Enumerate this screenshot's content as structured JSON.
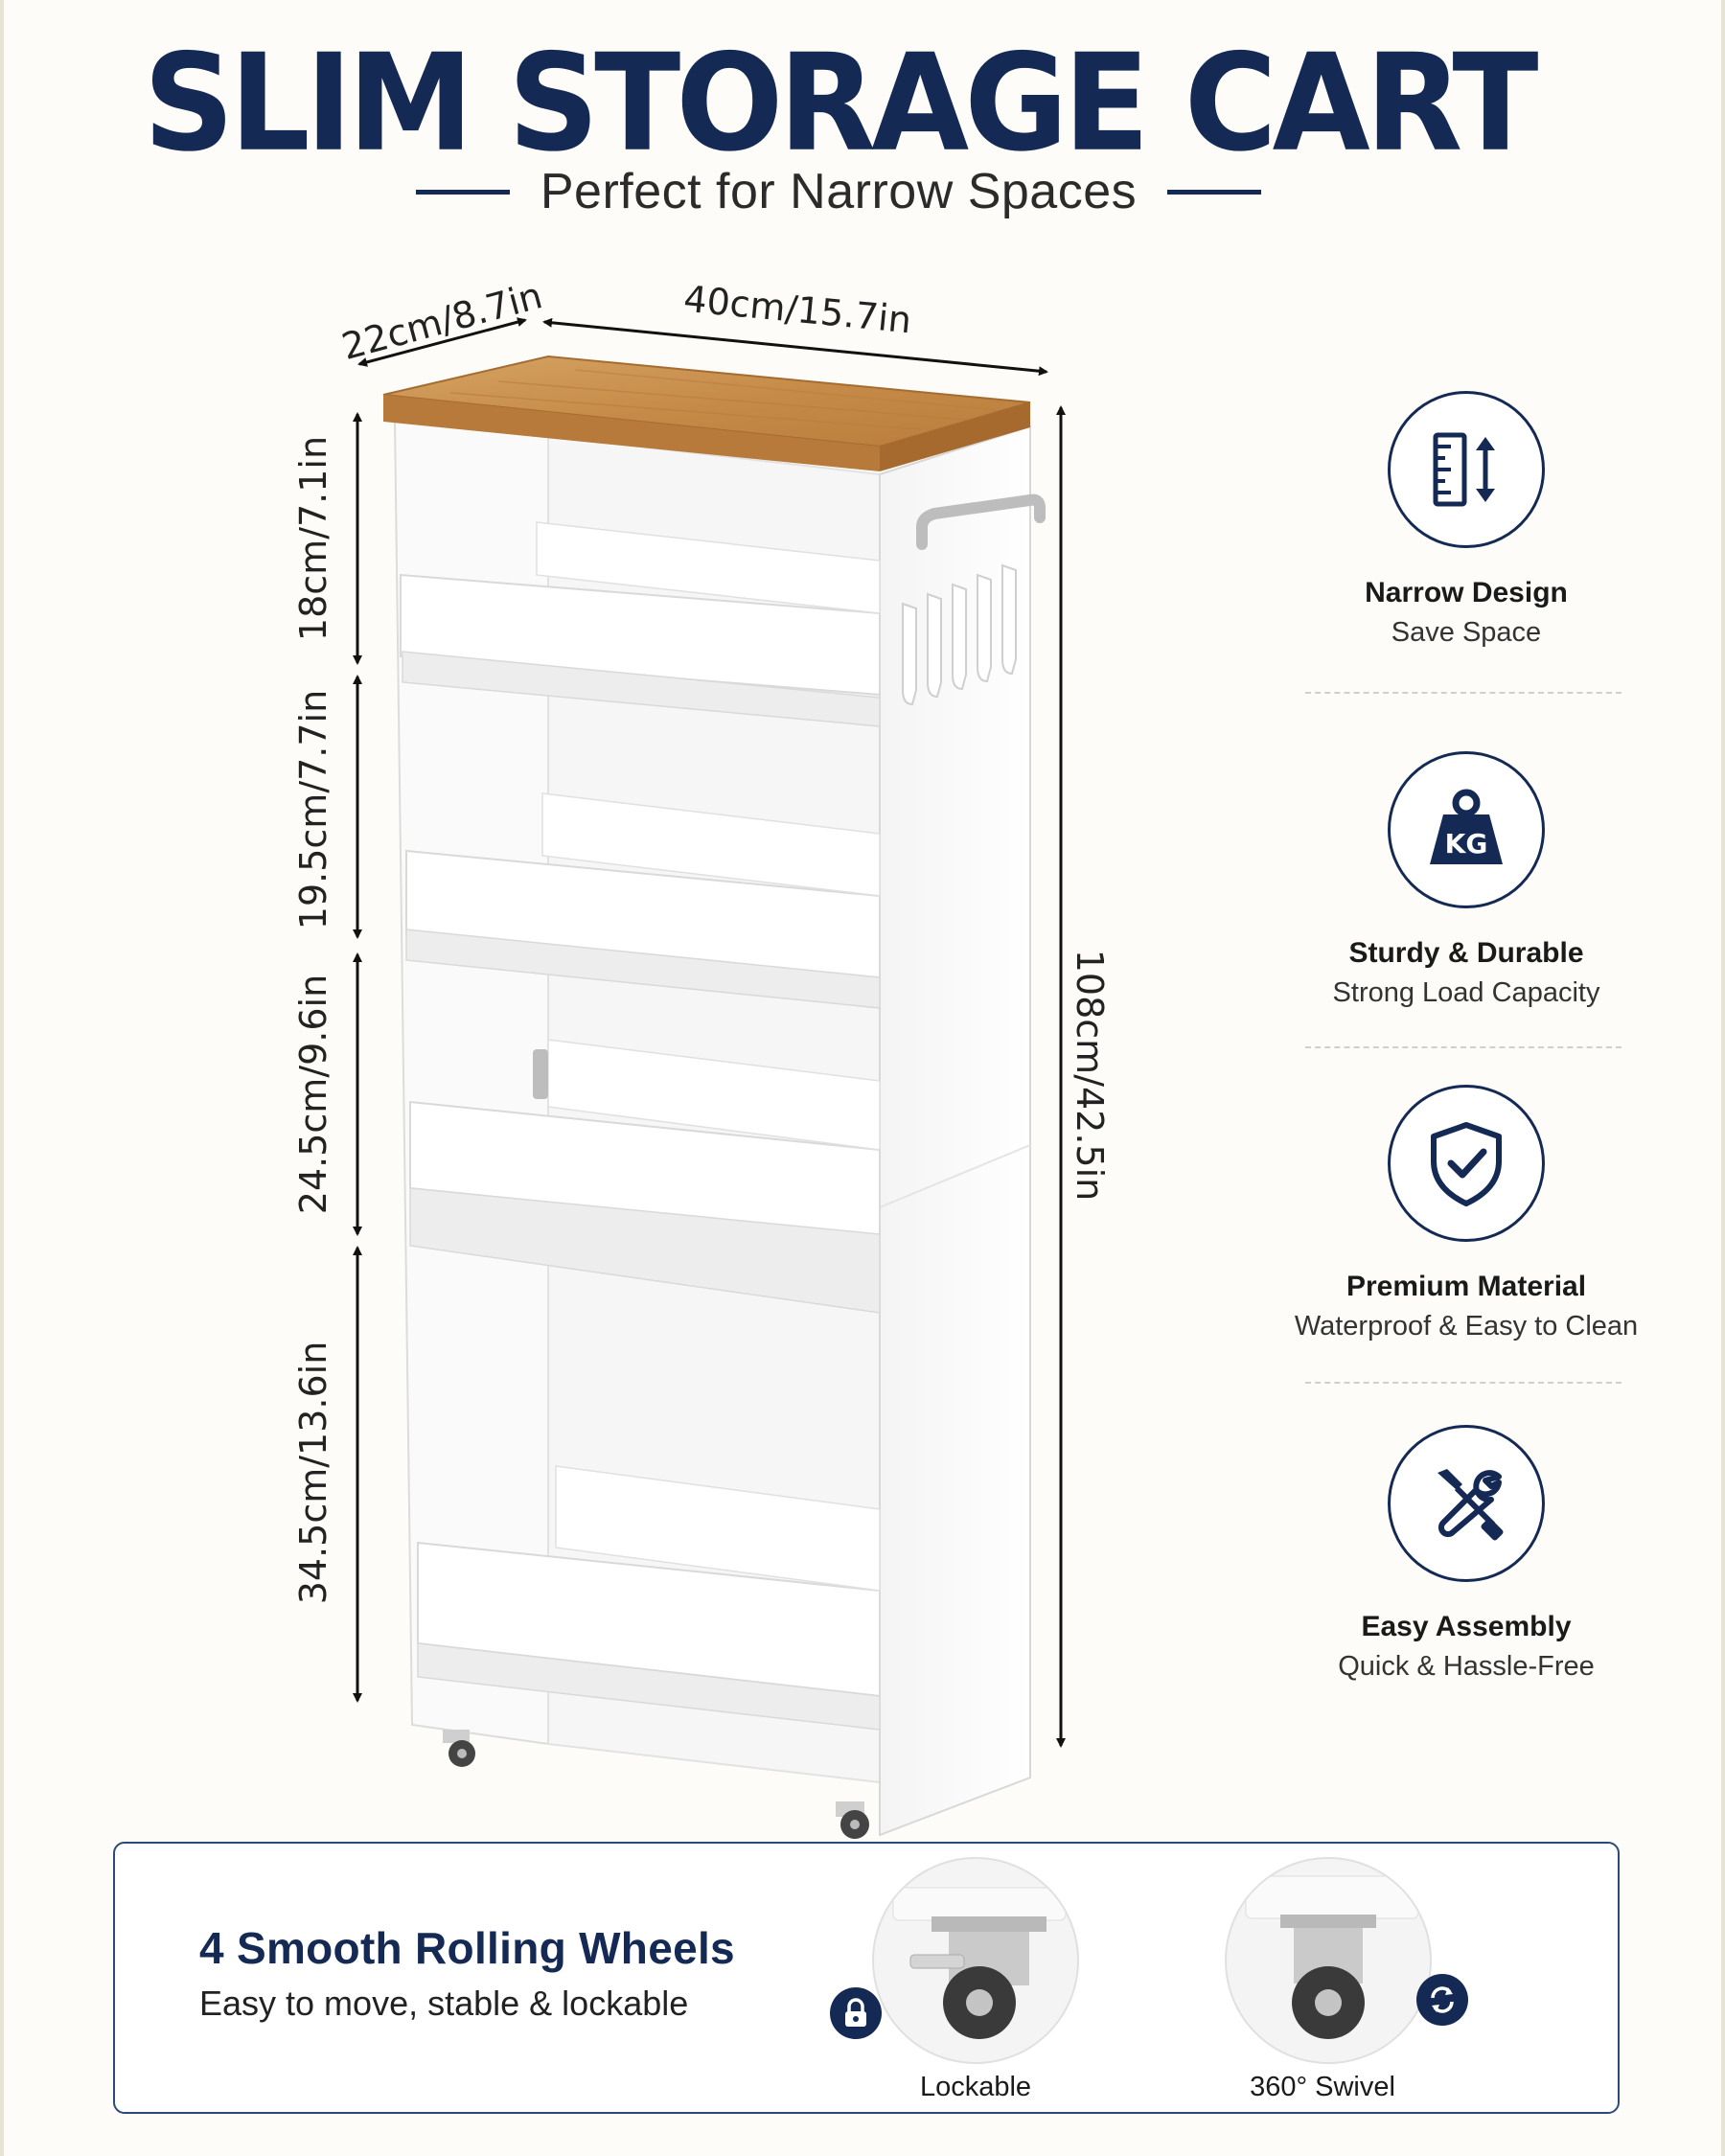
{
  "header": {
    "title": "SLIM STORAGE CART",
    "subtitle": "Perfect for Narrow Spaces"
  },
  "dimensions": {
    "depth": "22cm/8.7in",
    "width": "40cm/15.7in",
    "total_height": "108cm/42.5in",
    "tier_heights": [
      "18cm/7.1in",
      "19.5cm/7.7in",
      "24.5cm/9.6in",
      "34.5cm/13.6in"
    ]
  },
  "features": [
    {
      "icon": "ruler-icon",
      "title": "Narrow Design",
      "subtitle": "Save Space"
    },
    {
      "icon": "weight-icon",
      "title": "Sturdy & Durable",
      "subtitle": "Strong Load Capacity",
      "icon_text": "KG"
    },
    {
      "icon": "shield-check-icon",
      "title": "Premium Material",
      "subtitle": "Waterproof & Easy to Clean"
    },
    {
      "icon": "tools-icon",
      "title": "Easy Assembly",
      "subtitle": "Quick & Hassle-Free"
    }
  ],
  "wheels": {
    "title": "4 Smooth Rolling Wheels",
    "description": "Easy to move, stable & lockable",
    "options": [
      {
        "label": "Lockable",
        "icon": "lock-icon"
      },
      {
        "label": "360° Swivel",
        "icon": "rotate-icon"
      }
    ]
  },
  "colors": {
    "navy": "#142a55",
    "wood_top": "#c8914f",
    "cart_white": "#ffffff",
    "background": "#fdfcf8"
  }
}
